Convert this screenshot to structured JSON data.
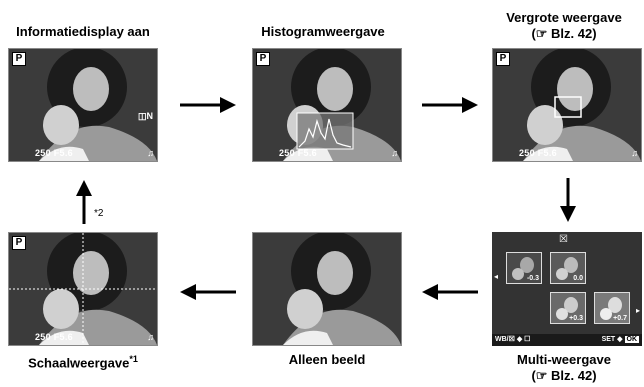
{
  "labels": {
    "info_display": "Informatiedisplay aan",
    "histogram": "Histogramweergave",
    "enlarged": "Vergrote weergave",
    "enlarged_ref": "(☞ Blz. 42)",
    "multi": "Multi-weergave",
    "multi_ref": "(☞ Blz. 42)",
    "image_only": "Alleen beeld",
    "scale": "Schaalweergave",
    "scale_note": "*1",
    "arrow_note": "*2"
  },
  "overlay": {
    "mode": "P",
    "shutter_aperture": "250  F5.6",
    "card_icon": "♫",
    "battery": "◫N"
  },
  "multi_view": {
    "top_icon": "☒",
    "values": [
      "-0.3",
      "0.0",
      "+0.3",
      "+0.7"
    ],
    "footer_left": "WB/☒ ◆ ☐",
    "footer_set": "SET ◆",
    "footer_ok": "OK"
  }
}
